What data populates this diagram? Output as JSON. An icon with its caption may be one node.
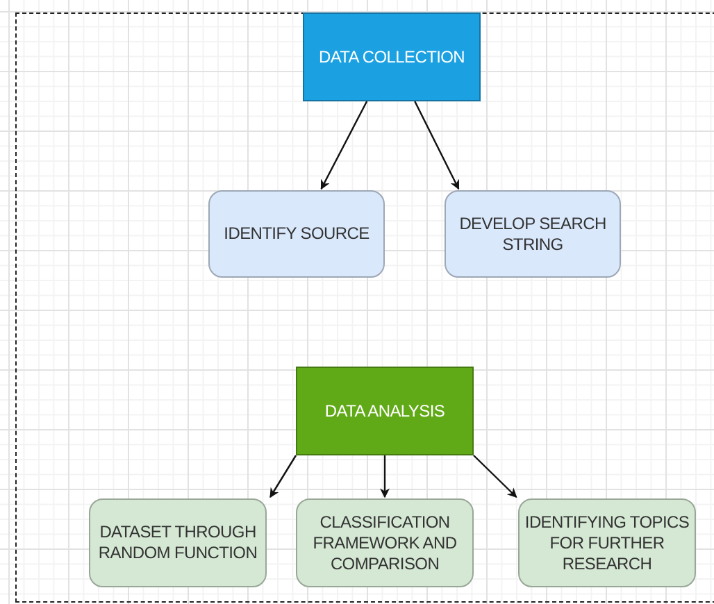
{
  "diagram": {
    "nodes": [
      {
        "text": [
          "DATA COLLECTION"
        ]
      },
      {
        "text": [
          "IDENTIFY SOURCE"
        ]
      },
      {
        "text": [
          "DEVELOP SEARCH STRING"
        ]
      },
      {
        "text": [
          "DATA ANALYSIS"
        ]
      },
      {
        "text": [
          "DATASET THROUGH RANDOM FUNCTION"
        ]
      },
      {
        "text": [
          "CLASSIFICATION FRAMEWORK AND COMPARISON"
        ]
      },
      {
        "text": [
          "IDENTIFYING TOPICS FOR FURTHER RESEARCH"
        ]
      }
    ],
    "edges": [
      {
        "from": 0,
        "to": 1,
        "arrow": "to"
      },
      {
        "from": 0,
        "to": 2,
        "arrow": "to"
      },
      {
        "from": 3,
        "to": 4,
        "arrow": "to"
      },
      {
        "from": 3,
        "to": 5,
        "arrow": "to"
      },
      {
        "from": 3,
        "to": 6,
        "arrow": "to"
      }
    ]
  }
}
